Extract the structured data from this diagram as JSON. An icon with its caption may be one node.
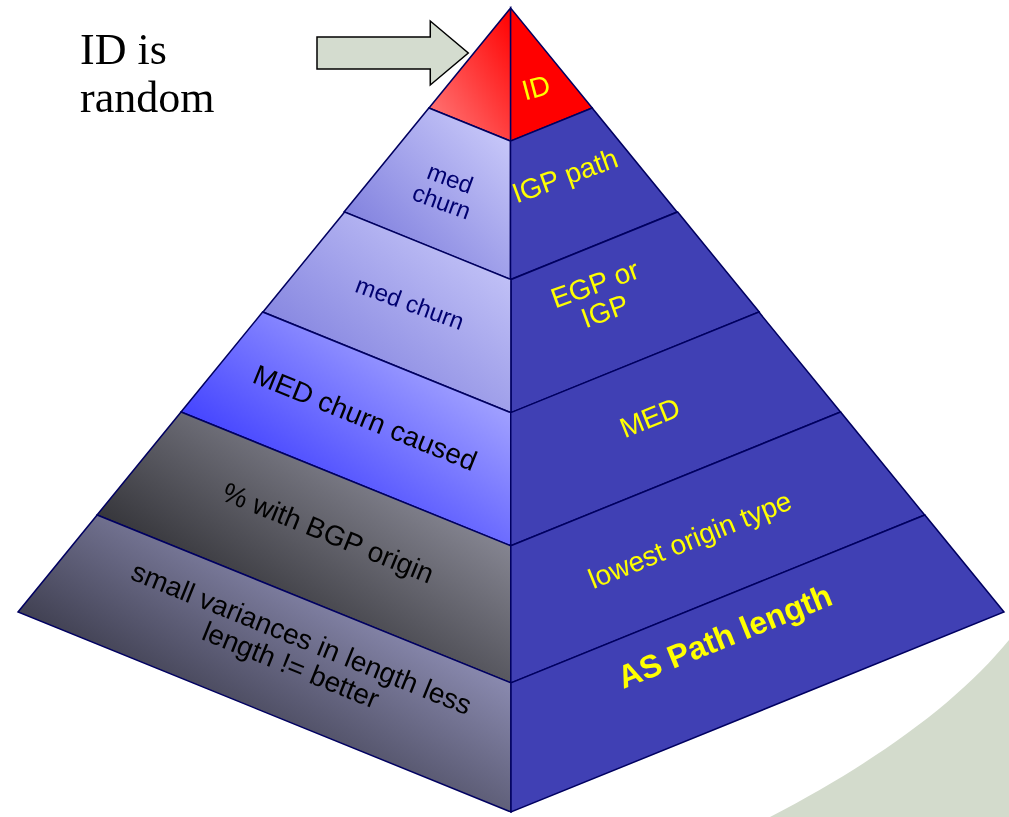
{
  "diagram": {
    "nodes": [
      {
        "text": [
          "ID"
        ]
      },
      {
        "text": [
          "med churn",
          "IGP path"
        ]
      },
      {
        "text": [
          "med churn",
          "EGP or IGP"
        ]
      },
      {
        "text": [
          "MED churn caused",
          "MED"
        ]
      },
      {
        "text": [
          "% with BGP origin",
          "lowest origin type"
        ]
      },
      {
        "text": [
          "small variances in length less length != better",
          "AS Path length"
        ]
      },
      {
        "text": [
          "ID is random"
        ]
      }
    ],
    "edges": [
      {
        "from": 6,
        "to": 0,
        "arrow": "to"
      }
    ]
  }
}
